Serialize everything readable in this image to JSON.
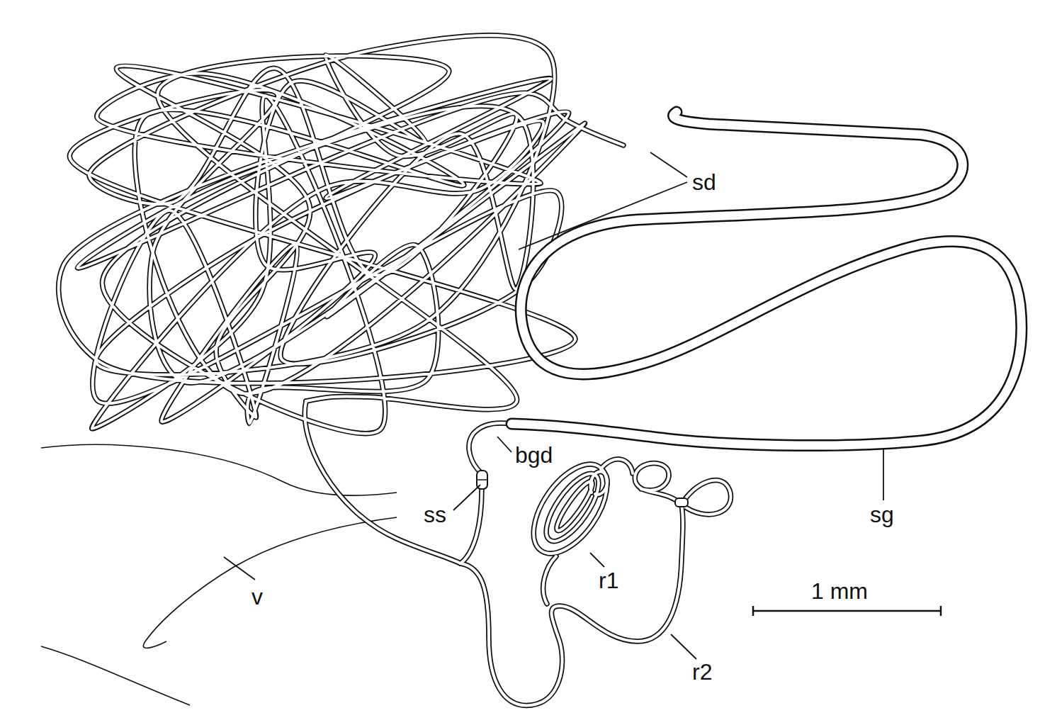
{
  "diagram": {
    "labels": [
      "sd",
      "bgd",
      "ss",
      "r1",
      "sg",
      "v",
      "r2",
      "1 mm"
    ]
  }
}
